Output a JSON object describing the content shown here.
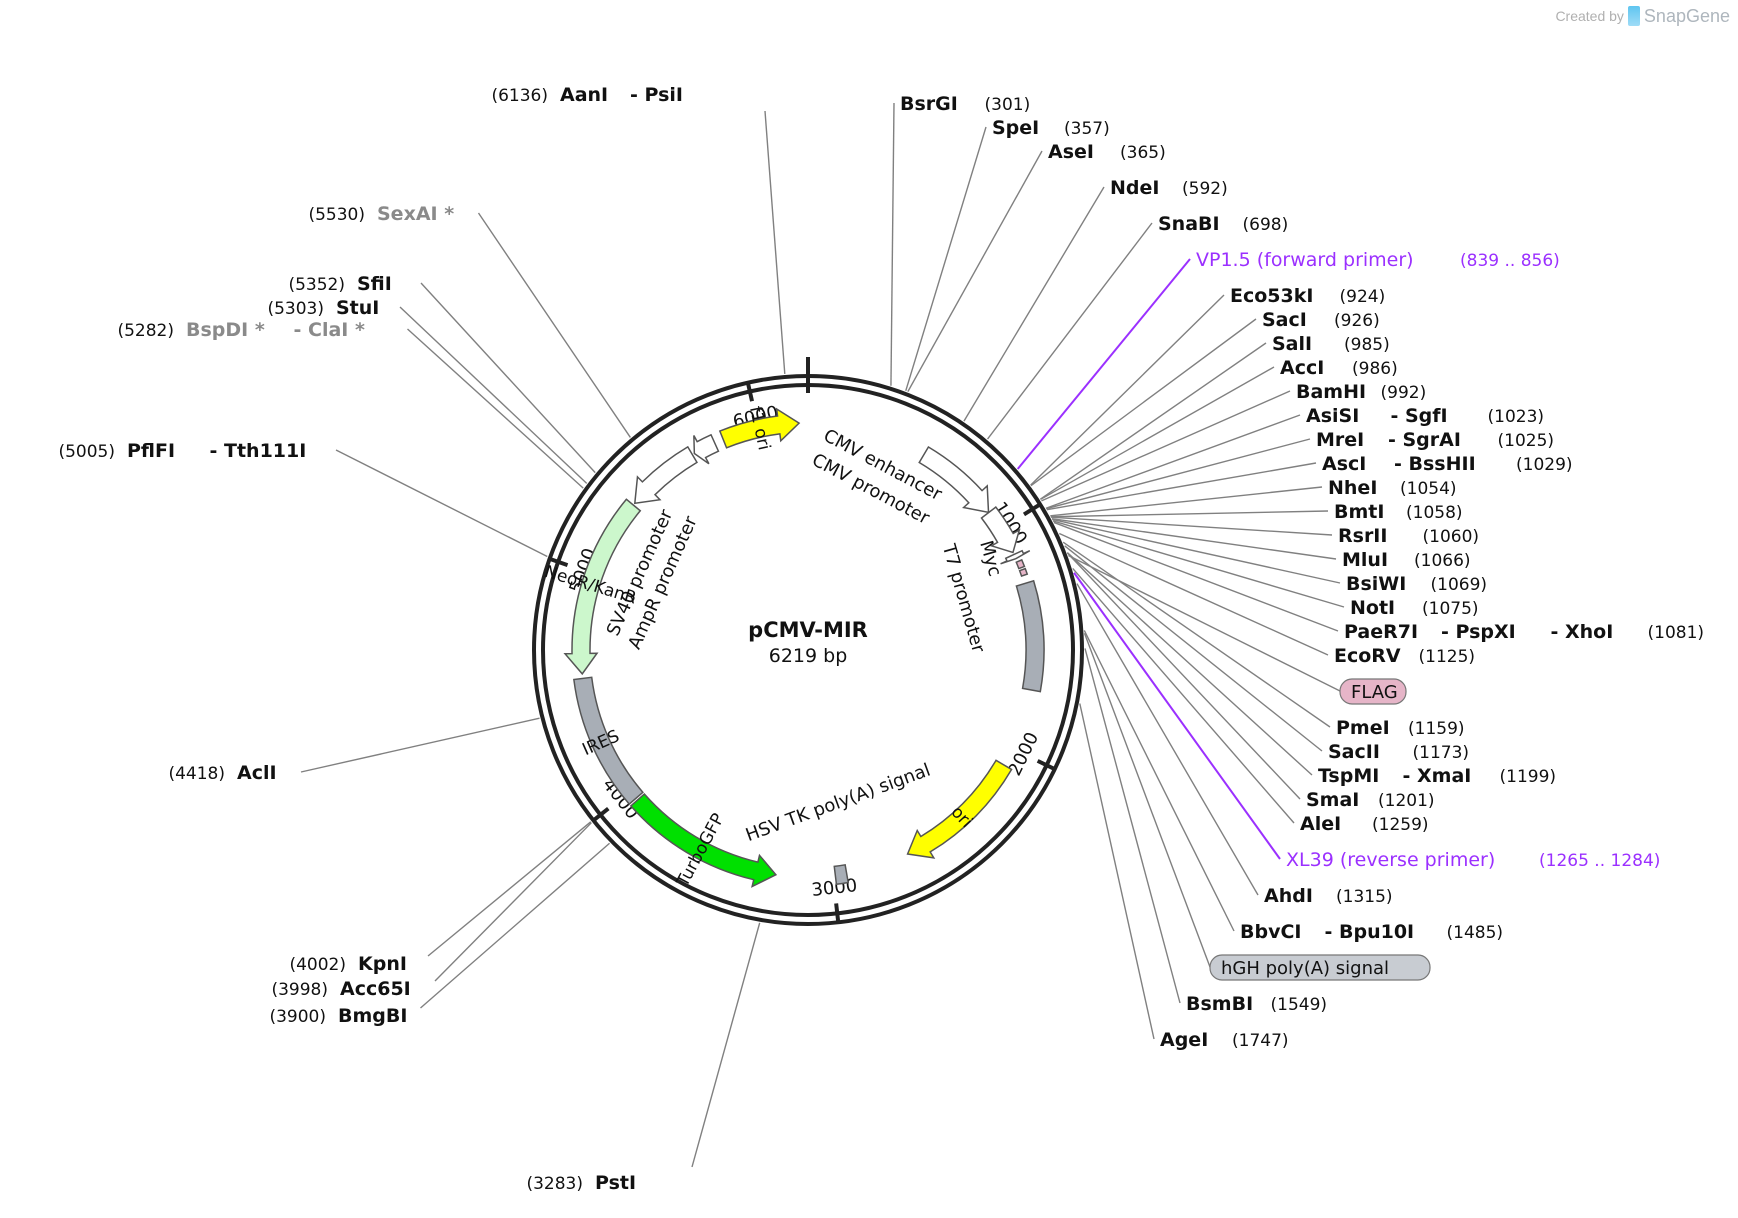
{
  "watermark": {
    "created_by": "Created by",
    "brand": "SnapGene"
  },
  "plasmid": {
    "name": "pCMV-MIR",
    "size": "6219 bp",
    "length": 6219
  },
  "ticks": [
    {
      "label": "1000",
      "pos": 1000
    },
    {
      "label": "2000",
      "pos": 2000
    },
    {
      "label": "3000",
      "pos": 3000
    },
    {
      "label": "4000",
      "pos": 4000
    },
    {
      "label": "5000",
      "pos": 5000
    },
    {
      "label": "6000",
      "pos": 6000
    }
  ],
  "features": [
    {
      "name": "f1 ori",
      "start": 5840,
      "end": 6180,
      "color": "#ffff00",
      "arrow": "cw",
      "label_inside": true
    },
    {
      "name": "CMV enhancer",
      "start": 530,
      "end": 910,
      "color": "#ffffff",
      "arrow": "cw",
      "label_inside": false
    },
    {
      "name": "CMV promoter",
      "start": 911,
      "end": 1115,
      "color": "#ffffff",
      "arrow": "cw",
      "label_inside": false
    },
    {
      "name": "T7 promoter",
      "start": 1125,
      "end": 1145,
      "color": "#ffffff",
      "arrow": "cw",
      "label_inside": false
    },
    {
      "name": "Myc",
      "start": 1160,
      "end": 1190,
      "color": "#e6b5c8",
      "arrow": "none",
      "label_inside": false
    },
    {
      "name": "FLAG",
      "start": 1200,
      "end": 1225,
      "color": "#e6b5c8",
      "arrow": "none",
      "label_inside": false
    },
    {
      "name": "hGH poly(A) signal",
      "start": 1260,
      "end": 1730,
      "color": "#a8aeb6",
      "arrow": "none",
      "label_inside": false
    },
    {
      "name": "ori",
      "start": 2080,
      "end": 2660,
      "color": "#ffff00",
      "arrow": "cw",
      "label_inside": true
    },
    {
      "name": "HSV TK poly(A) signal",
      "start": 2940,
      "end": 2990,
      "color": "#a8aeb6",
      "arrow": "none",
      "label_inside": false
    },
    {
      "name": "TurboGFP",
      "start": 3250,
      "end": 3950,
      "color": "#00e000",
      "arrow": "ccw",
      "label_inside": true
    },
    {
      "name": "IRES",
      "start": 3960,
      "end": 4540,
      "color": "#a8aeb6",
      "arrow": "none",
      "label_inside": true
    },
    {
      "name": "NeoR/KanR",
      "start": 4560,
      "end": 5350,
      "color": "#ccf7cc",
      "arrow": "ccw",
      "label_inside": true
    },
    {
      "name": "SV40 promoter",
      "start": 5360,
      "end": 5690,
      "color": "#ffffff",
      "arrow": "ccw",
      "label_inside": false
    },
    {
      "name": "AmpR promoter",
      "start": 5700,
      "end": 5800,
      "color": "#ffffff",
      "arrow": "ccw",
      "label_inside": false
    }
  ],
  "sites": [
    {
      "parts": [
        {
          "t": "AanI"
        },
        {
          "t": "- PsiI"
        }
      ],
      "pos": "(6136)",
      "side": "left",
      "angle_pos": 6136
    },
    {
      "parts": [
        {
          "t": "SexAI *",
          "gray": true
        }
      ],
      "pos": "(5530)",
      "side": "left",
      "angle_pos": 5530
    },
    {
      "parts": [
        {
          "t": "SfiI"
        }
      ],
      "pos": "(5352)",
      "side": "left",
      "angle_pos": 5352
    },
    {
      "parts": [
        {
          "t": "StuI"
        }
      ],
      "pos": "(5303)",
      "side": "left",
      "angle_pos": 5303
    },
    {
      "parts": [
        {
          "t": "BspDI *",
          "gray": true
        },
        {
          "t": "- ClaI *",
          "gray": true
        }
      ],
      "pos": "(5282)",
      "side": "left",
      "angle_pos": 5282
    },
    {
      "parts": [
        {
          "t": "PflFI"
        },
        {
          "t": "- Tth111I"
        }
      ],
      "pos": "(5005)",
      "side": "left",
      "angle_pos": 5005
    },
    {
      "parts": [
        {
          "t": "AclI"
        }
      ],
      "pos": "(4418)",
      "side": "left",
      "angle_pos": 4418
    },
    {
      "parts": [
        {
          "t": "KpnI"
        }
      ],
      "pos": "(4002)",
      "side": "left",
      "angle_pos": 4002
    },
    {
      "parts": [
        {
          "t": "Acc65I"
        }
      ],
      "pos": "(3998)",
      "side": "left",
      "angle_pos": 3998
    },
    {
      "parts": [
        {
          "t": "BmgBI"
        }
      ],
      "pos": "(3900)",
      "side": "left",
      "angle_pos": 3900
    },
    {
      "parts": [
        {
          "t": "PstI"
        }
      ],
      "pos": "(3283)",
      "side": "left",
      "angle_pos": 3283
    },
    {
      "parts": [
        {
          "t": "BsrGI"
        }
      ],
      "pos": "(301)",
      "side": "right",
      "angle_pos": 301
    },
    {
      "parts": [
        {
          "t": "SpeI"
        }
      ],
      "pos": "(357)",
      "side": "right",
      "angle_pos": 357
    },
    {
      "parts": [
        {
          "t": "AseI"
        }
      ],
      "pos": "(365)",
      "side": "right",
      "angle_pos": 365
    },
    {
      "parts": [
        {
          "t": "NdeI"
        }
      ],
      "pos": "(592)",
      "side": "right",
      "angle_pos": 592
    },
    {
      "parts": [
        {
          "t": "SnaBI"
        }
      ],
      "pos": "(698)",
      "side": "right",
      "angle_pos": 698
    },
    {
      "parts": [
        {
          "t": "VP1.5 (forward primer)",
          "purple": true
        }
      ],
      "pos": "(839 .. 856)",
      "side": "right",
      "angle_pos": 850,
      "primer": true
    },
    {
      "parts": [
        {
          "t": "Eco53kI"
        }
      ],
      "pos": "(924)",
      "side": "right",
      "angle_pos": 924
    },
    {
      "parts": [
        {
          "t": "SacI"
        }
      ],
      "pos": "(926)",
      "side": "right",
      "angle_pos": 926
    },
    {
      "parts": [
        {
          "t": "SalI"
        }
      ],
      "pos": "(985)",
      "side": "right",
      "angle_pos": 985
    },
    {
      "parts": [
        {
          "t": "AccI"
        }
      ],
      "pos": "(986)",
      "side": "right",
      "angle_pos": 986
    },
    {
      "parts": [
        {
          "t": "BamHI"
        }
      ],
      "pos": "(992)",
      "side": "right",
      "angle_pos": 992
    },
    {
      "parts": [
        {
          "t": "AsiSI"
        },
        {
          "t": "- SgfI"
        }
      ],
      "pos": "(1023)",
      "side": "right",
      "angle_pos": 1023
    },
    {
      "parts": [
        {
          "t": "MreI"
        },
        {
          "t": "- SgrAI"
        }
      ],
      "pos": "(1025)",
      "side": "right",
      "angle_pos": 1025
    },
    {
      "parts": [
        {
          "t": "AscI"
        },
        {
          "t": "- BssHII"
        }
      ],
      "pos": "(1029)",
      "side": "right",
      "angle_pos": 1029
    },
    {
      "parts": [
        {
          "t": "NheI"
        }
      ],
      "pos": "(1054)",
      "side": "right",
      "angle_pos": 1054
    },
    {
      "parts": [
        {
          "t": "BmtI"
        }
      ],
      "pos": "(1058)",
      "side": "right",
      "angle_pos": 1058
    },
    {
      "parts": [
        {
          "t": "RsrII"
        }
      ],
      "pos": "(1060)",
      "side": "right",
      "angle_pos": 1060
    },
    {
      "parts": [
        {
          "t": "MluI"
        }
      ],
      "pos": "(1066)",
      "side": "right",
      "angle_pos": 1066
    },
    {
      "parts": [
        {
          "t": "BsiWI"
        }
      ],
      "pos": "(1069)",
      "side": "right",
      "angle_pos": 1069
    },
    {
      "parts": [
        {
          "t": "NotI"
        }
      ],
      "pos": "(1075)",
      "side": "right",
      "angle_pos": 1075
    },
    {
      "parts": [
        {
          "t": "PaeR7I"
        },
        {
          "t": "- PspXI"
        },
        {
          "t": "- XhoI"
        }
      ],
      "pos": "(1081)",
      "side": "right",
      "angle_pos": 1081
    },
    {
      "parts": [
        {
          "t": "EcoRV"
        }
      ],
      "pos": "(1125)",
      "side": "right",
      "angle_pos": 1125
    },
    {
      "parts": [
        {
          "t": "FLAG",
          "pill": "pink"
        }
      ],
      "pos": "",
      "side": "right",
      "angle_pos": 1210
    },
    {
      "parts": [
        {
          "t": "PmeI"
        }
      ],
      "pos": "(1159)",
      "side": "right",
      "angle_pos": 1159
    },
    {
      "parts": [
        {
          "t": "SacII"
        }
      ],
      "pos": "(1173)",
      "side": "right",
      "angle_pos": 1173
    },
    {
      "parts": [
        {
          "t": "TspMI"
        },
        {
          "t": "- XmaI"
        }
      ],
      "pos": "(1199)",
      "side": "right",
      "angle_pos": 1199
    },
    {
      "parts": [
        {
          "t": "SmaI"
        }
      ],
      "pos": "(1201)",
      "side": "right",
      "angle_pos": 1201
    },
    {
      "parts": [
        {
          "t": "AleI"
        }
      ],
      "pos": "(1259)",
      "side": "right",
      "angle_pos": 1259
    },
    {
      "parts": [
        {
          "t": "XL39 (reverse primer)",
          "purple": true
        }
      ],
      "pos": "(1265 .. 1284)",
      "side": "right",
      "angle_pos": 1275,
      "primer": true
    },
    {
      "parts": [
        {
          "t": "AhdI"
        }
      ],
      "pos": "(1315)",
      "side": "right",
      "angle_pos": 1315
    },
    {
      "parts": [
        {
          "t": "BbvCI"
        },
        {
          "t": "- Bpu10I"
        }
      ],
      "pos": "(1485)",
      "side": "right",
      "angle_pos": 1485
    },
    {
      "parts": [
        {
          "t": "hGH poly(A) signal",
          "pill": "gray"
        }
      ],
      "pos": "",
      "side": "right",
      "angle_pos": 1495
    },
    {
      "parts": [
        {
          "t": "BsmBI"
        }
      ],
      "pos": "(1549)",
      "side": "right",
      "angle_pos": 1549
    },
    {
      "parts": [
        {
          "t": "AgeI"
        }
      ],
      "pos": "(1747)",
      "side": "right",
      "angle_pos": 1747
    }
  ],
  "colors": {
    "primer": "#9b30ff",
    "disabled": "#8a8a8a",
    "leader": "#808080",
    "backbone": "#222222"
  }
}
